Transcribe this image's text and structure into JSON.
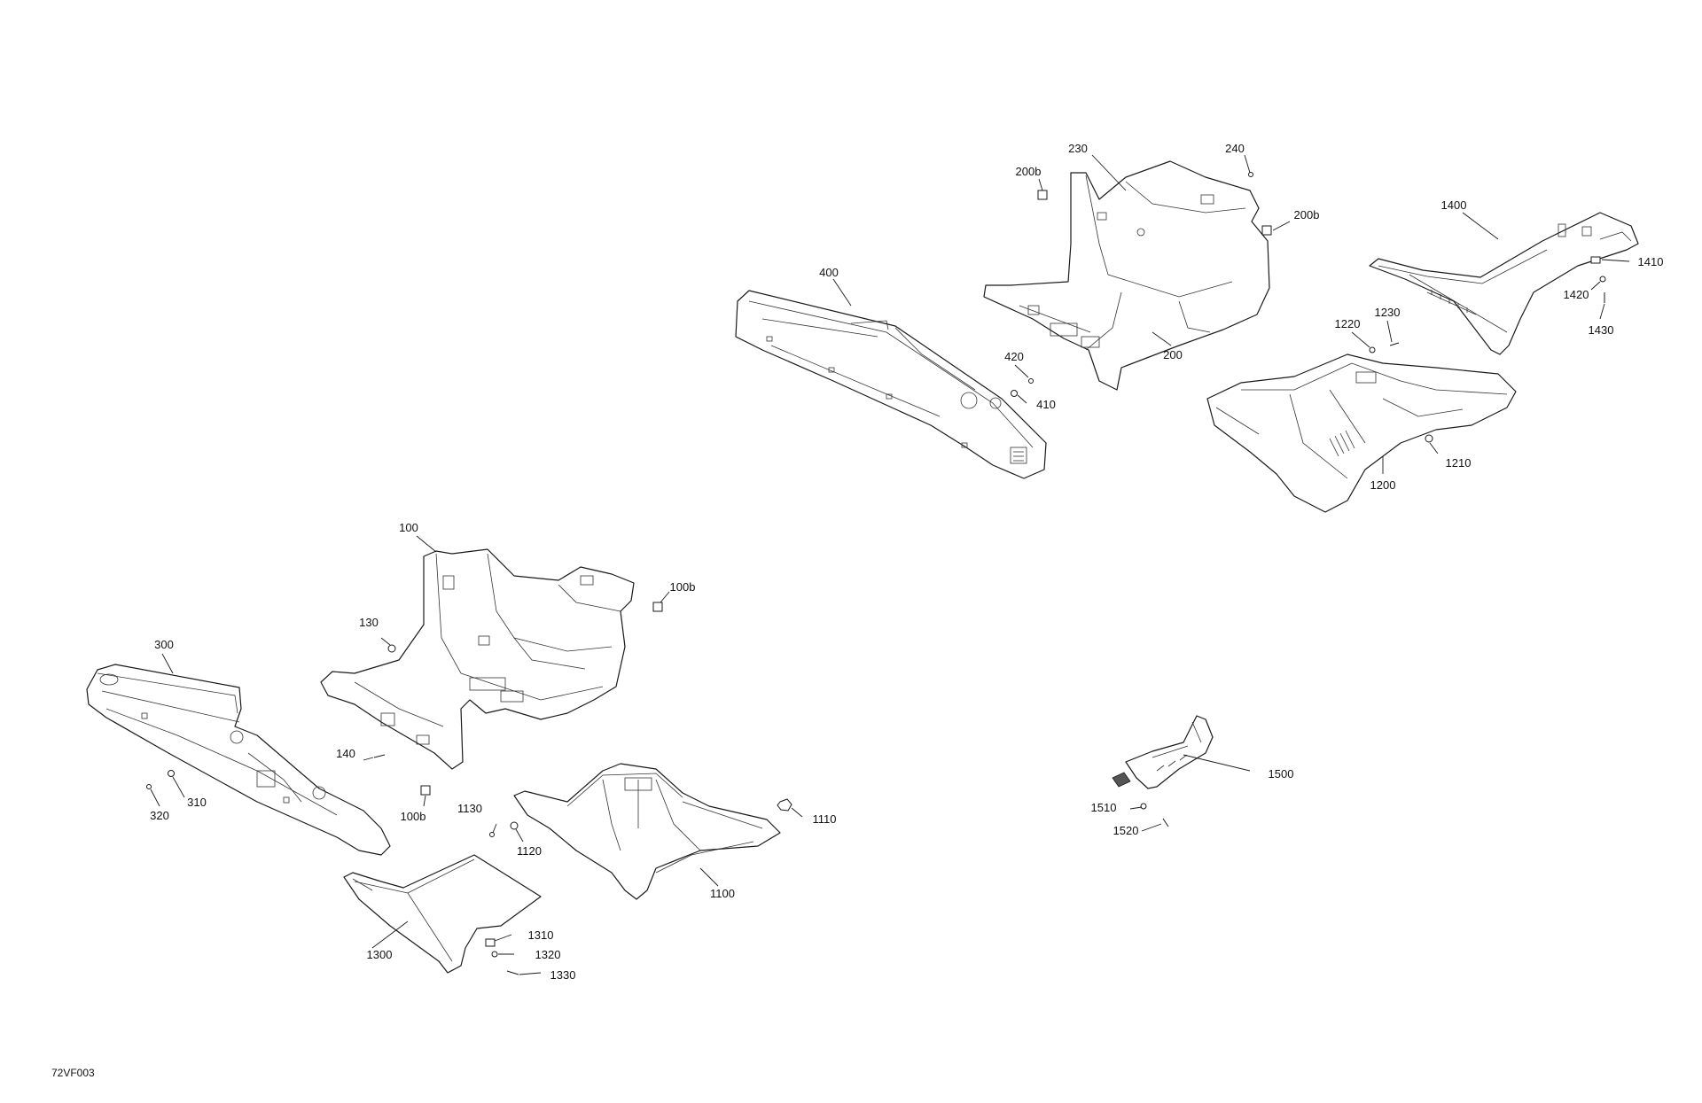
{
  "drawing": {
    "reference_code": "72VF003"
  },
  "callouts": {
    "c100": "100",
    "c100b_top": "100b",
    "c100b_bottom": "100b",
    "c110": "",
    "c130": "130",
    "c140": "140",
    "c200": "200",
    "c200b_left": "200b",
    "c200b_right": "200b",
    "c230": "230",
    "c240": "240",
    "c300": "300",
    "c310": "310",
    "c320": "320",
    "c400": "400",
    "c410": "410",
    "c420": "420",
    "c1100": "1100",
    "c1110": "1110",
    "c1120": "1120",
    "c1130": "1130",
    "c1200": "1200",
    "c1210": "1210",
    "c1220": "1220",
    "c1230": "1230",
    "c1300": "1300",
    "c1310": "1310",
    "c1320": "1320",
    "c1330": "1330",
    "c1400": "1400",
    "c1410": "1410",
    "c1420": "1420",
    "c1430": "1430",
    "c1500": "1500",
    "c1510": "1510",
    "c1520": "1520"
  },
  "colors": {
    "line": "#1a1a1a",
    "background": "#ffffff"
  }
}
